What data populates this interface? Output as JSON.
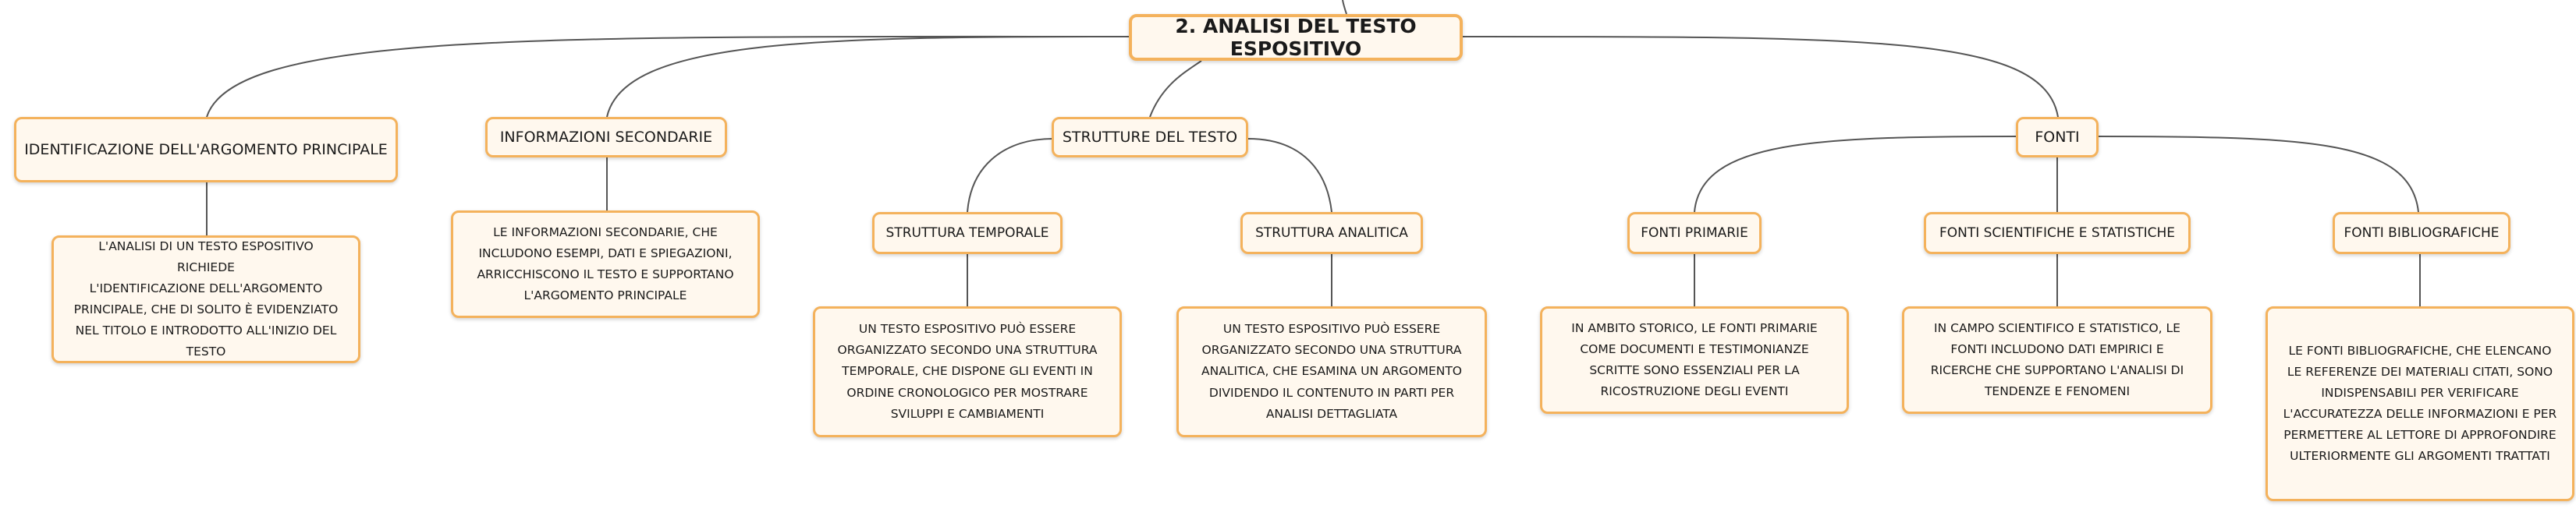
{
  "colors": {
    "node_fill": "#fff8ee",
    "node_border": "#f4b25c",
    "connector": "#555555",
    "text": "#1a1a1a"
  },
  "map": {
    "root": {
      "label": "2. ANALISI DEL TESTO ESPOSITIVO"
    },
    "identificazione": {
      "label": "IDENTIFICAZIONE DELL'ARGOMENTO PRINCIPALE",
      "detail": "L'ANALISI DI UN TESTO ESPOSITIVO RICHIEDE\nL'IDENTIFICAZIONE DELL'ARGOMENTO\nPRINCIPALE, CHE DI SOLITO È EVIDENZIATO\nNEL TITOLO E INTRODOTTO ALL'INIZIO DEL\nTESTO"
    },
    "informazioni": {
      "label": "INFORMAZIONI SECONDARIE",
      "detail": "LE INFORMAZIONI SECONDARIE, CHE\nINCLUDONO ESEMPI, DATI E SPIEGAZIONI,\nARRICCHISCONO IL TESTO E SUPPORTANO\nL'ARGOMENTO PRINCIPALE"
    },
    "strutture": {
      "label": "STRUTTURE DEL TESTO",
      "temporale": {
        "label": "STRUTTURA TEMPORALE",
        "detail": "UN TESTO ESPOSITIVO PUÒ ESSERE\nORGANIZZATO SECONDO UNA STRUTTURA\nTEMPORALE, CHE DISPONE GLI EVENTI IN\nORDINE CRONOLOGICO PER MOSTRARE\nSVILUPPI E CAMBIAMENTI"
      },
      "analitica": {
        "label": "STRUTTURA ANALITICA",
        "detail": "UN TESTO ESPOSITIVO PUÒ ESSERE\nORGANIZZATO SECONDO UNA STRUTTURA\nANALITICA, CHE ESAMINA UN ARGOMENTO\nDIVIDENDO IL CONTENUTO IN PARTI PER\nANALISI DETTAGLIATA"
      }
    },
    "fonti": {
      "label": "FONTI",
      "primarie": {
        "label": "FONTI PRIMARIE",
        "detail": "IN AMBITO STORICO, LE FONTI PRIMARIE\nCOME DOCUMENTI E TESTIMONIANZE\nSCRITTE SONO ESSENZIALI PER LA\nRICOSTRUZIONE DEGLI EVENTI"
      },
      "scientifiche": {
        "label": "FONTI SCIENTIFICHE E STATISTICHE",
        "detail": "IN CAMPO SCIENTIFICO E STATISTICO, LE\nFONTI INCLUDONO DATI EMPIRICI E\nRICERCHE CHE SUPPORTANO L'ANALISI DI\nTENDENZE E FENOMENI"
      },
      "bibliografiche": {
        "label": "FONTI BIBLIOGRAFICHE",
        "detail": "LE FONTI BIBLIOGRAFICHE, CHE ELENCANO\nLE REFERENZE DEI MATERIALI CITATI, SONO\nINDISPENSABILI PER VERIFICARE\nL'ACCURATEZZA DELLE INFORMAZIONI E PER\nPERMETTERE AL LETTORE DI APPROFONDIRE\nULTERIORMENTE GLI ARGOMENTI TRATTATI"
      }
    }
  }
}
